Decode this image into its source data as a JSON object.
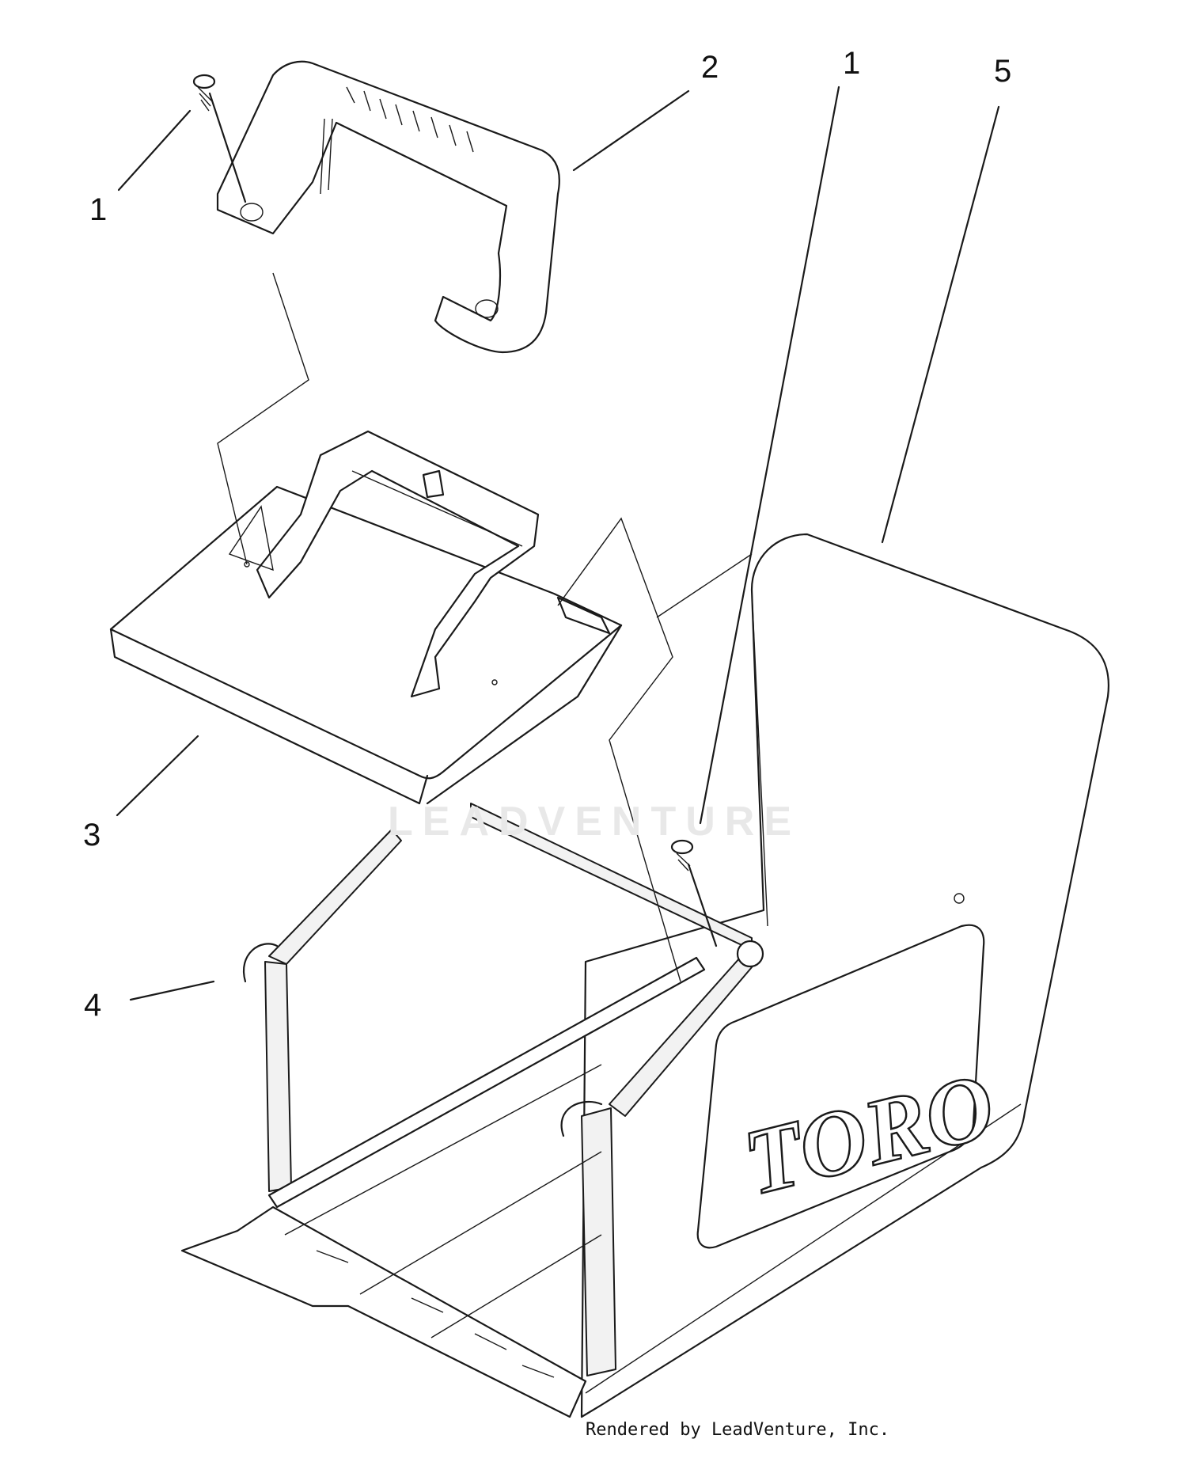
{
  "callouts": {
    "c1_top_left": "1",
    "c2": "2",
    "c1_top_right": "1",
    "c5": "5",
    "c3": "3",
    "c4": "4"
  },
  "brand_logo_text": "TORO",
  "watermark": "LEADVENTURE",
  "credit": "Rendered by LeadVenture, Inc."
}
